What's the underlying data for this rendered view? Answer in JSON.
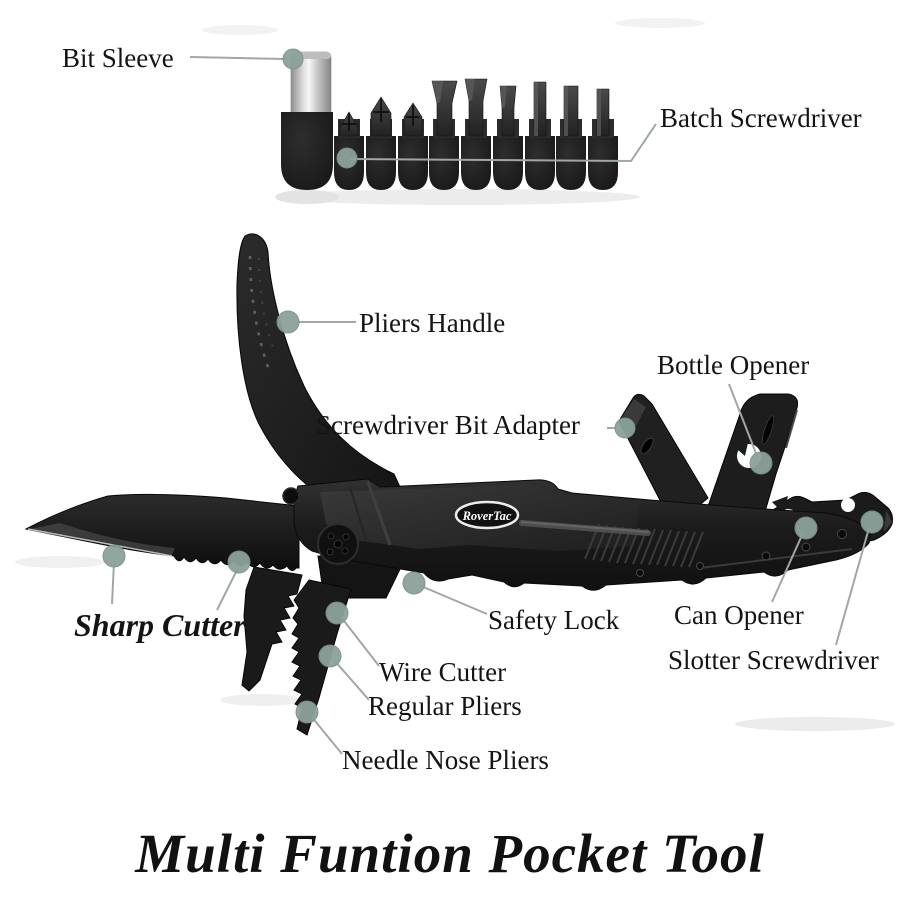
{
  "page_title": "Multi Funtion Pocket Tool",
  "brand_logo": "RoverTac",
  "bit_count": 9,
  "labels": {
    "bit_sleeve": "Bit Sleeve",
    "batch_screwdriver": "Batch Screwdriver",
    "pliers_handle": "Pliers Handle",
    "screwdriver_bit_adapter": "Screwdriver Bit Adapter",
    "bottle_opener": "Bottle Opener",
    "sharp_cutter": "Sharp Cutter",
    "safety_lock": "Safety Lock",
    "can_opener": "Can Opener",
    "slotter_screwdriver": "Slotter Screwdriver",
    "wire_cutter": "Wire Cutter",
    "regular_pliers": "Regular Pliers",
    "needle_nose_pliers": "Needle Nose Pliers"
  },
  "colors": {
    "background": "#ffffff",
    "label_text": "#141414",
    "marker_dot": "#8ba29a",
    "leader_line": "#9fa8a5",
    "tool_black": "#1c1c1c",
    "chrome": "#d9d9d9"
  }
}
